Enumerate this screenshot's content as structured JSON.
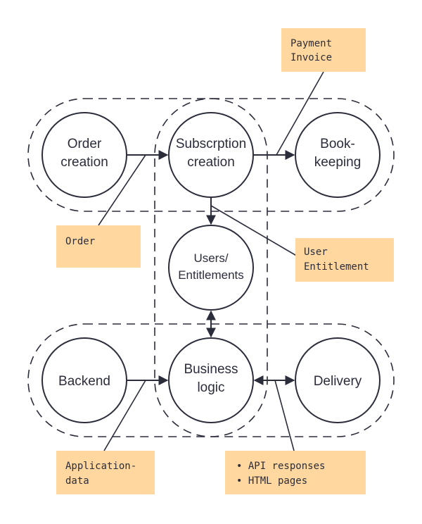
{
  "nodes": {
    "order_creation": [
      "Order",
      "creation"
    ],
    "subscription_creation": [
      "Subscrption",
      "creation"
    ],
    "bookkeeping": [
      "Book-",
      "keeping"
    ],
    "users_entitlements": [
      "Users/",
      "Entitlements"
    ],
    "backend": [
      "Backend"
    ],
    "business_logic": [
      "Business",
      "logic"
    ],
    "delivery": [
      "Delivery"
    ]
  },
  "notes": {
    "payment_invoice": [
      "Payment",
      "Invoice"
    ],
    "order": [
      "Order"
    ],
    "user_entitlement": [
      "User",
      "Entitlement"
    ],
    "application_data": [
      "Application-",
      "data"
    ],
    "api_html": [
      "• API responses",
      "• HTML pages"
    ]
  },
  "colors": {
    "ink": "#2b2d3b",
    "note_fill": "#ffd79f",
    "background": "#ffffff"
  }
}
